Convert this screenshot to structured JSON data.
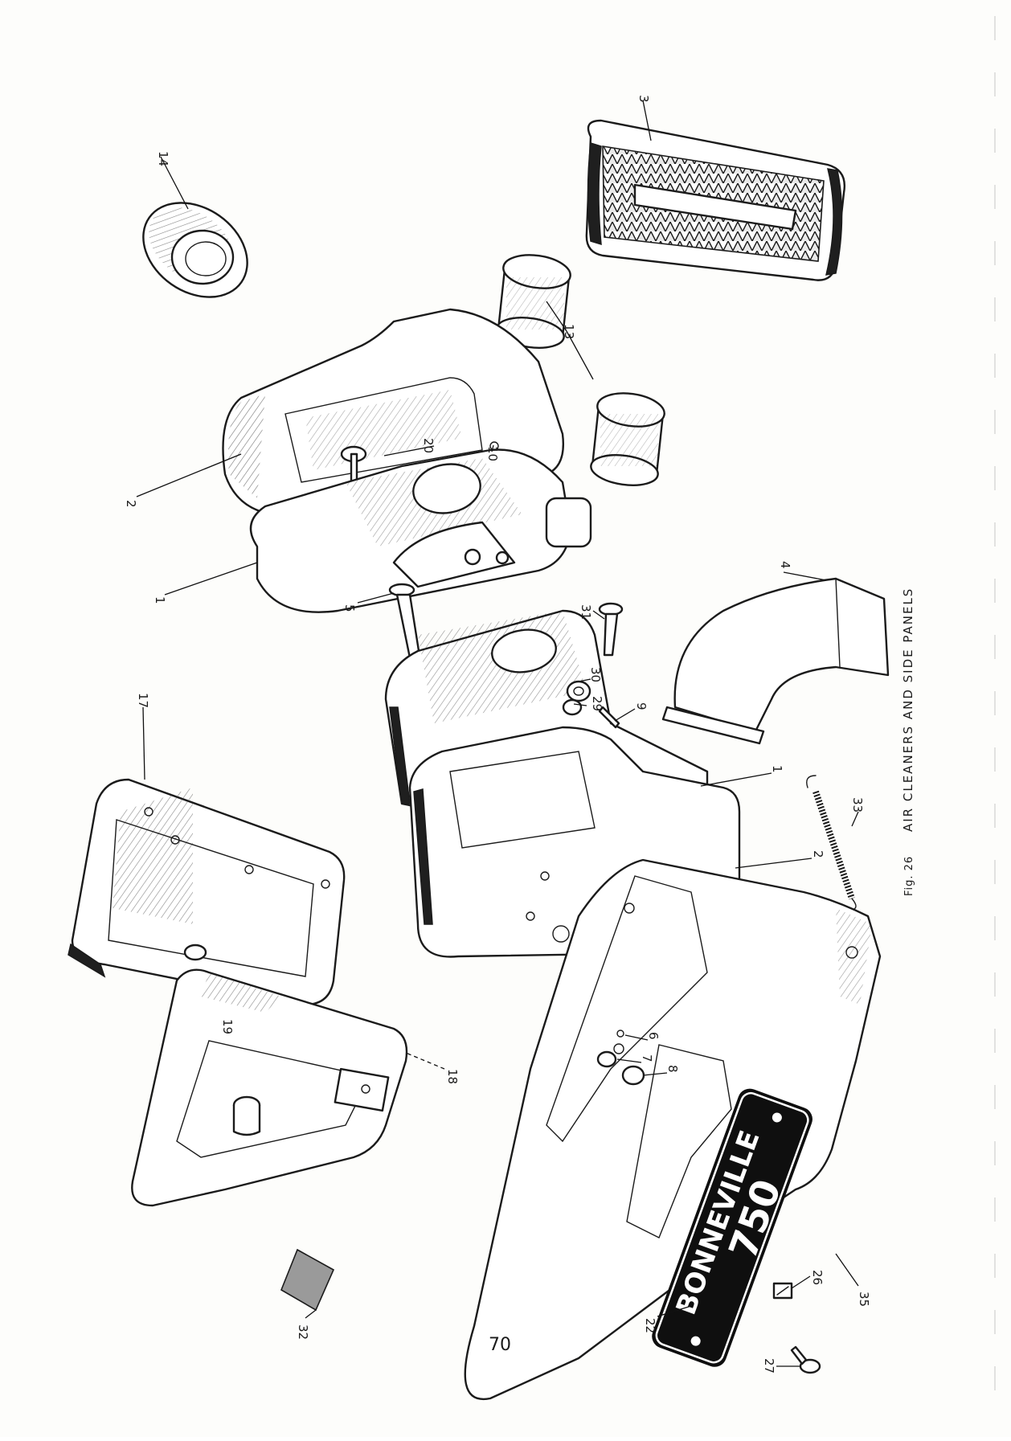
{
  "figure": {
    "label": "Fig. 26",
    "title": "AIR CLEANERS AND SIDE PANELS"
  },
  "page_number": "70",
  "badge": {
    "line1": "BONNEVILLE",
    "line2": "750"
  },
  "callouts": {
    "n1a": "1",
    "n1b": "1",
    "n2a": "2",
    "n2b": "2",
    "n3": "3",
    "n4": "4",
    "n5": "5",
    "n6": "6",
    "n7": "7",
    "n8": "8",
    "n9": "9",
    "n10": "10",
    "n13": "13",
    "n14": "14",
    "n17": "17",
    "n18": "18",
    "n19": "19",
    "n20": "20",
    "n22": "22",
    "n26": "26",
    "n27": "27",
    "n29": "29",
    "n30": "30",
    "n31": "31",
    "n32": "32",
    "n33": "33",
    "n35": "35"
  }
}
